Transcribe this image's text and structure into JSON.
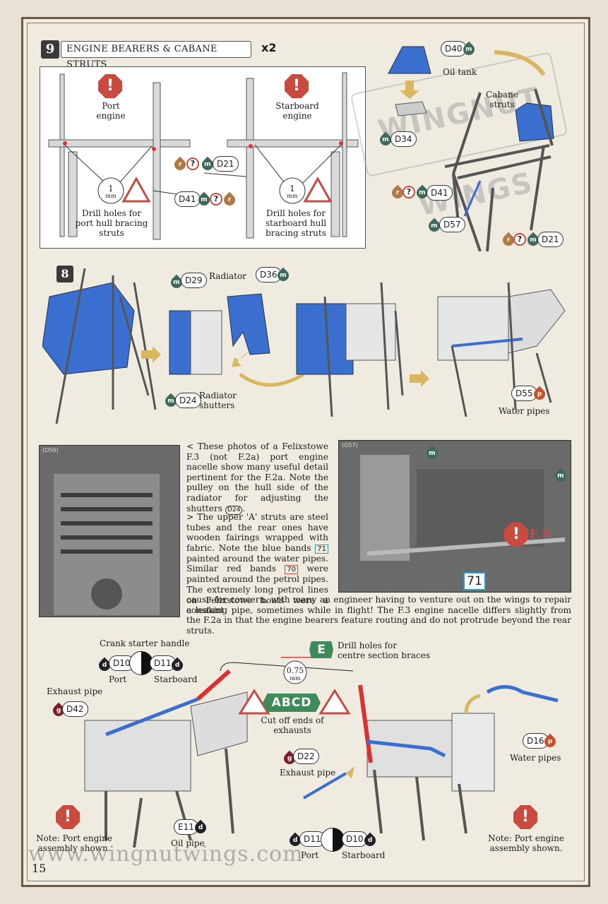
{
  "step": {
    "number": "9",
    "title": "ENGINE BEARERS & CABANE STRUTS",
    "multiplier": "x2"
  },
  "panel": {
    "port_label": "Port\nengine",
    "starboard_label": "Starboard\nengine",
    "drill_size": "1",
    "drill_unit": "mm",
    "drill_port": "Drill holes for\nport hull bracing\nstruts",
    "drill_starboard": "Drill holes for\nstarboard hull\nbracing struts",
    "part_d21": "D21",
    "part_d41": "D41"
  },
  "top_right": {
    "oil_tank_part": "D40",
    "oil_tank_label": "Oil tank",
    "cabane_label": "Cabane\nstruts",
    "part_d34": "D34",
    "part_d41": "D41",
    "part_d57": "D57",
    "part_d21": "D21",
    "watermark": "WINGNUT WINGS"
  },
  "row2": {
    "sub_step": "8",
    "radiator_label": "Radiator",
    "part_d29": "D29",
    "part_d36": "D36",
    "part_d24": "D24",
    "shutters_label": "Radiator\nshutters",
    "part_d55": "D55",
    "water_pipes_label": "Water pipes"
  },
  "photos": {
    "left_tag": "(O56)",
    "right_tag": "(O57)",
    "f3_label": "F.3",
    "band_71": "71"
  },
  "text": {
    "p1": "< These photos of a Felixstowe F.3 (not F.2a) port engine nacelle show many useful detail pertinent for the F.2a. Note the pulley on the hull side of the radiator for adjusting the shutters",
    "p1_ref": "D24",
    "p2a": "> The upper 'A' struts are steel tubes and the rear ones have wooden fairings wrapped with fabric. Note the blue bands",
    "p2_ref71": "71",
    "p2b": "painted around the water pipes. Similar red bands",
    "p2_ref70": "70",
    "p2c": "were painted around the petrol pipes. The extremely long petrol lines on Felixstowe boats were a constant",
    "p3": "cause for concern, with many an engineer having to venture out on the wings to repair a leaking pipe, sometimes while in flight! The F.3 engine nacelle differs slightly from the F.2a in that the engine bearers feature routing and do not protrude beyond the rear struts."
  },
  "bottom": {
    "crank_label": "Crank starter handle",
    "part_d10": "D10",
    "part_d11": "D11",
    "port": "Port",
    "starboard": "Starboard",
    "exhaust_label": "Exhaust pipe",
    "part_d42": "D42",
    "e_tag": "E",
    "drill_centre": "Drill holes for\ncentre section braces",
    "drill_075": "0.75",
    "drill_unit": "mm",
    "abcd_tag": "ABCD",
    "cut_label": "Cut off ends of\nexhausts",
    "part_d22": "D22",
    "exhaust_label2": "Exhaust pipe",
    "part_d16": "D16",
    "water_pipes": "Water pipes",
    "part_e11": "E11",
    "oil_pipe": "Oil pipe",
    "note_left": "Note: Port engine\nassembly shown.",
    "note_right": "Note: Port engine\nassembly shown.",
    "part_d11b": "D11",
    "part_d10b": "D10",
    "port2": "Port",
    "starboard2": "Starboard"
  },
  "footer": {
    "url": "www.wingnutwings.com",
    "page": "15"
  },
  "colors": {
    "paint_r": "#b07a45",
    "paint_m": "#3e6a5b",
    "paint_p": "#c4512c",
    "paint_g": "#7a1f2a",
    "paint_d": "#222222",
    "warn": "#c94a3f",
    "blue": "#3a6fd0"
  }
}
